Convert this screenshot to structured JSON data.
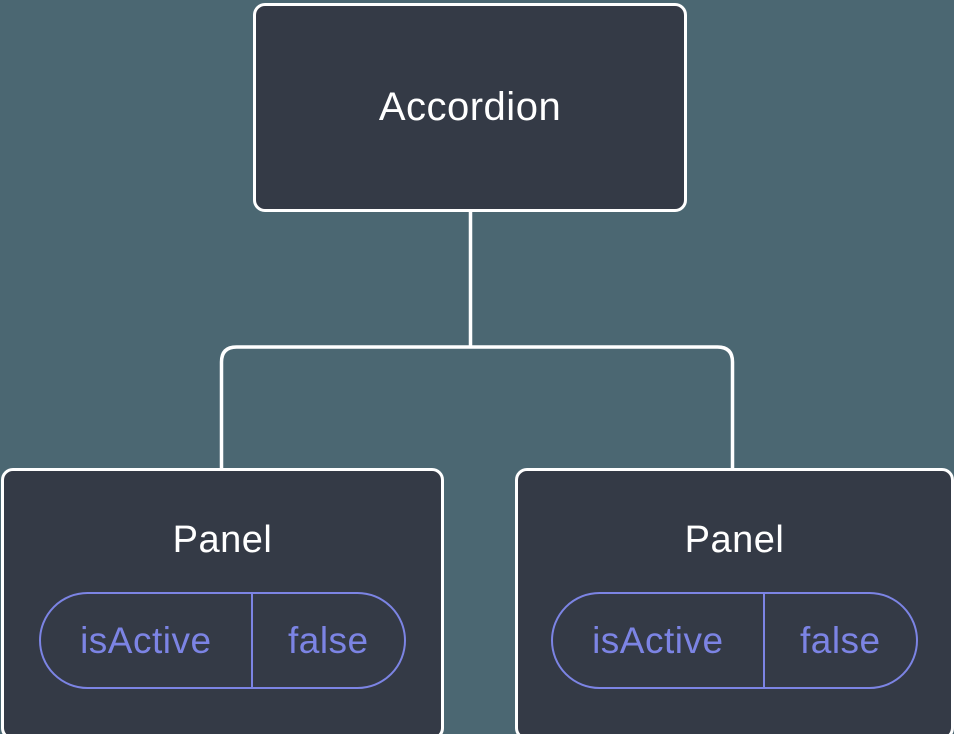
{
  "diagram": {
    "root_node": {
      "label": "Accordion"
    },
    "panels": [
      {
        "label": "Panel",
        "state": {
          "name": "isActive",
          "value": "false"
        }
      },
      {
        "label": "Panel",
        "state": {
          "name": "isActive",
          "value": "false"
        }
      }
    ],
    "colors": {
      "background": "#4B6772",
      "node_fill": "#343A46",
      "node_border": "#FFFFFF",
      "connector": "#FFFFFF",
      "state_accent": "#7C84E4",
      "node_text": "#FFFFFF"
    }
  }
}
